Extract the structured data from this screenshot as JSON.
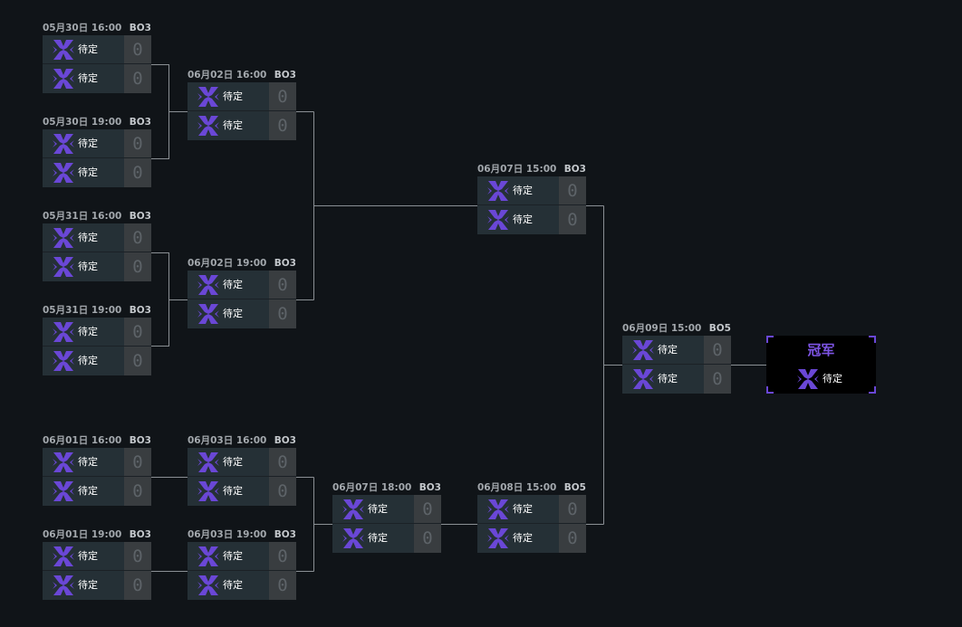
{
  "colors": {
    "background": "#101418",
    "team_cell": "#253036",
    "score_cell": "#393d40",
    "score_text": "#5d6368",
    "logo_purple": "#6a47d6",
    "champion_title": "#7e55e6",
    "connector_line": "#8a8f94"
  },
  "logo_icon": "team-logo-icon",
  "matches": [
    {
      "id": "r1m1",
      "time": "05月30日 16:00",
      "format": "BO3",
      "teams": [
        {
          "name": "待定",
          "score": "0"
        },
        {
          "name": "待定",
          "score": "0"
        }
      ]
    },
    {
      "id": "r1m2",
      "time": "05月30日 19:00",
      "format": "BO3",
      "teams": [
        {
          "name": "待定",
          "score": "0"
        },
        {
          "name": "待定",
          "score": "0"
        }
      ]
    },
    {
      "id": "r1m3",
      "time": "05月31日 16:00",
      "format": "BO3",
      "teams": [
        {
          "name": "待定",
          "score": "0"
        },
        {
          "name": "待定",
          "score": "0"
        }
      ]
    },
    {
      "id": "r1m4",
      "time": "05月31日 19:00",
      "format": "BO3",
      "teams": [
        {
          "name": "待定",
          "score": "0"
        },
        {
          "name": "待定",
          "score": "0"
        }
      ]
    },
    {
      "id": "r2m1",
      "time": "06月02日 16:00",
      "format": "BO3",
      "teams": [
        {
          "name": "待定",
          "score": "0"
        },
        {
          "name": "待定",
          "score": "0"
        }
      ]
    },
    {
      "id": "r2m2",
      "time": "06月02日 19:00",
      "format": "BO3",
      "teams": [
        {
          "name": "待定",
          "score": "0"
        },
        {
          "name": "待定",
          "score": "0"
        }
      ]
    },
    {
      "id": "r3m1",
      "time": "06月07日 15:00",
      "format": "BO3",
      "teams": [
        {
          "name": "待定",
          "score": "0"
        },
        {
          "name": "待定",
          "score": "0"
        }
      ]
    },
    {
      "id": "l1m1",
      "time": "06月01日 16:00",
      "format": "BO3",
      "teams": [
        {
          "name": "待定",
          "score": "0"
        },
        {
          "name": "待定",
          "score": "0"
        }
      ]
    },
    {
      "id": "l1m2",
      "time": "06月01日 19:00",
      "format": "BO3",
      "teams": [
        {
          "name": "待定",
          "score": "0"
        },
        {
          "name": "待定",
          "score": "0"
        }
      ]
    },
    {
      "id": "l2m1",
      "time": "06月03日 16:00",
      "format": "BO3",
      "teams": [
        {
          "name": "待定",
          "score": "0"
        },
        {
          "name": "待定",
          "score": "0"
        }
      ]
    },
    {
      "id": "l2m2",
      "time": "06月03日 19:00",
      "format": "BO3",
      "teams": [
        {
          "name": "待定",
          "score": "0"
        },
        {
          "name": "待定",
          "score": "0"
        }
      ]
    },
    {
      "id": "l3m1",
      "time": "06月07日 18:00",
      "format": "BO3",
      "teams": [
        {
          "name": "待定",
          "score": "0"
        },
        {
          "name": "待定",
          "score": "0"
        }
      ]
    },
    {
      "id": "l4m1",
      "time": "06月08日 15:00",
      "format": "BO5",
      "teams": [
        {
          "name": "待定",
          "score": "0"
        },
        {
          "name": "待定",
          "score": "0"
        }
      ]
    },
    {
      "id": "final",
      "time": "06月09日 15:00",
      "format": "BO5",
      "teams": [
        {
          "name": "待定",
          "score": "0"
        },
        {
          "name": "待定",
          "score": "0"
        }
      ]
    }
  ],
  "champion": {
    "title": "冠军",
    "team": "待定"
  }
}
